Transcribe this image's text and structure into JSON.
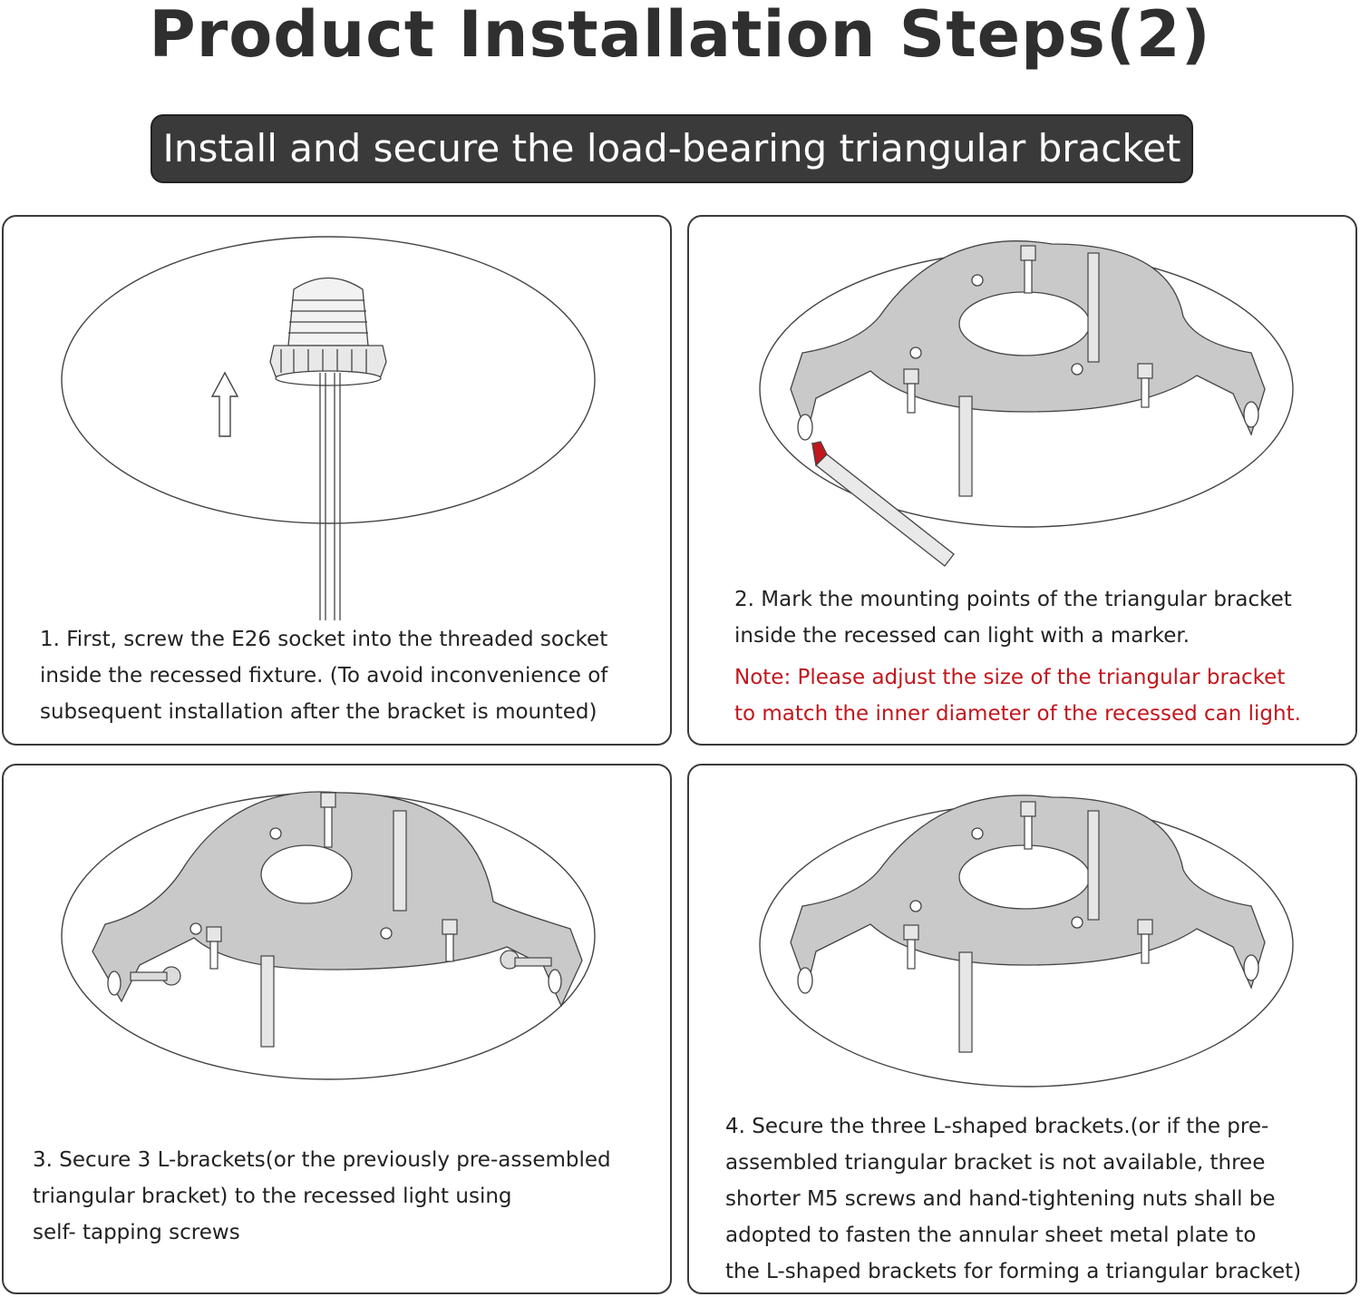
{
  "header": {
    "title": "Product Installation Steps(2)",
    "subtitle": "Install and secure the load-bearing triangular bracket"
  },
  "steps": [
    {
      "lines": [
        "1. First, screw the E26 socket into the threaded socket",
        "inside the recessed fixture. (To avoid inconvenience of",
        "subsequent installation after the bracket is mounted)"
      ]
    },
    {
      "lines": [
        "2. Mark the mounting points of the triangular bracket",
        "inside the recessed can light with a marker."
      ],
      "note_lines": [
        "Note: Please adjust the size of the triangular bracket",
        "to match the inner diameter of the recessed can light."
      ]
    },
    {
      "lines": [
        "3. Secure 3 L-brackets(or the previously pre-assembled",
        "triangular bracket) to the recessed light using",
        "self- tapping screws"
      ]
    },
    {
      "lines": [
        "4. Secure the three L-shaped brackets.(or if the pre-",
        "assembled triangular bracket is not available, three",
        "shorter M5 screws and hand-tightening nuts shall be",
        "adopted to fasten the annular sheet metal plate to",
        "the L-shaped brackets for forming a triangular bracket)"
      ]
    }
  ],
  "colors": {
    "note_red": "#c2161c",
    "bracket_gray": "#c9c9c9",
    "banner_dark": "#3a3a3a"
  }
}
